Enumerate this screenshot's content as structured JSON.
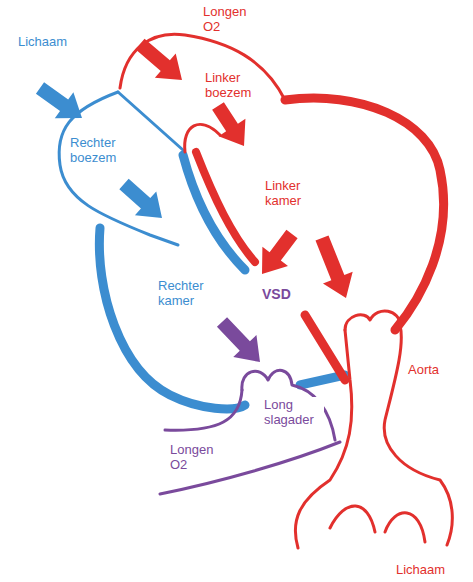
{
  "diagram": {
    "labels": [
      "Longen O2",
      "Lichaam",
      "Linker boezem",
      "Rechter boezem",
      "Linker kamer",
      "Rechter kamer",
      "VSD",
      "Long slagader",
      "Aorta",
      "Longen O2",
      "Lichaam"
    ]
  }
}
